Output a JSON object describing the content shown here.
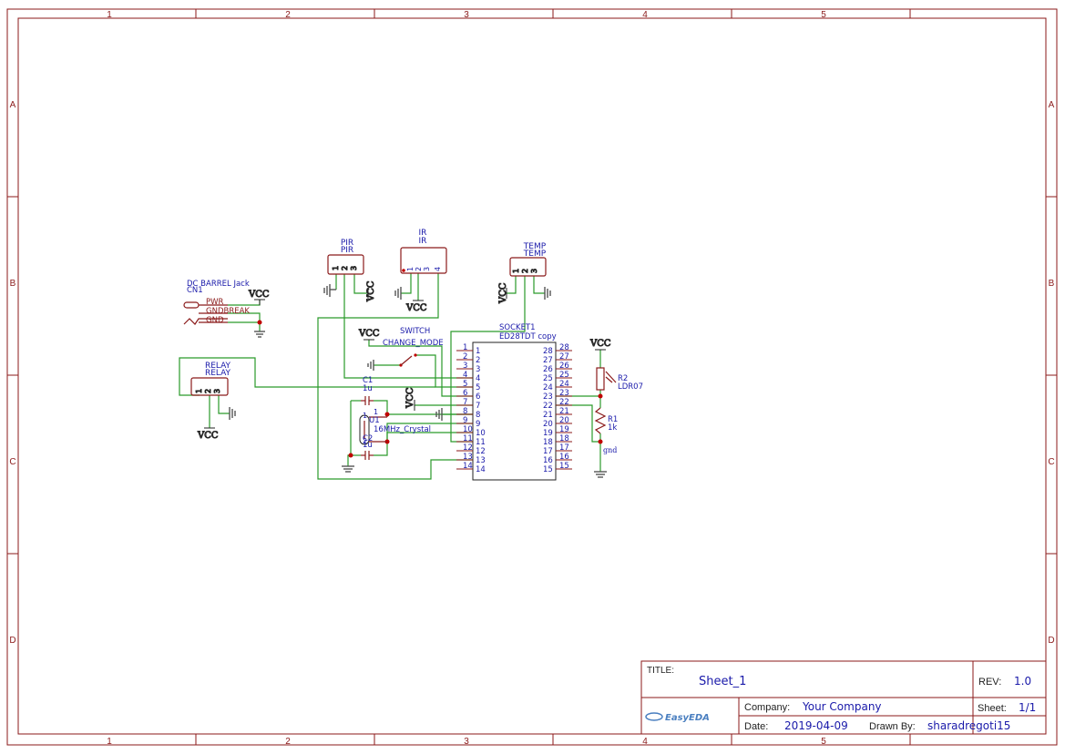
{
  "zones": {
    "columns": [
      "1",
      "2",
      "3",
      "4",
      "5"
    ],
    "rows": [
      "A",
      "B",
      "C",
      "D"
    ]
  },
  "components": {
    "pir": {
      "name": "PIR",
      "value": "PIR",
      "pins": [
        "1",
        "2",
        "3"
      ]
    },
    "ir": {
      "name": "IR",
      "value": "IR",
      "pins": [
        "1",
        "2",
        "3",
        "4"
      ]
    },
    "temp": {
      "name": "TEMP",
      "value": "TEMP",
      "pins": [
        "1",
        "2",
        "3"
      ]
    },
    "jack": {
      "name": "DC BARREL Jack",
      "ref": "CN1",
      "pins": [
        "PWR",
        "GNDBREAK",
        "GND"
      ]
    },
    "relay": {
      "name": "RELAY",
      "value": "RELAY",
      "pins": [
        "1",
        "2",
        "3"
      ]
    },
    "switch": {
      "name": "SWITCH",
      "value": "CHANGE_MODE"
    },
    "socket": {
      "ref": "SOCKET1",
      "value": "ED28TDT copy",
      "left_pins": [
        "1",
        "2",
        "3",
        "4",
        "5",
        "6",
        "7",
        "8",
        "9",
        "10",
        "11",
        "12",
        "13",
        "14"
      ],
      "right_pins": [
        "28",
        "27",
        "26",
        "25",
        "24",
        "23",
        "22",
        "21",
        "20",
        "19",
        "18",
        "17",
        "16",
        "15"
      ]
    },
    "c1": {
      "ref": "C1",
      "value": "1u"
    },
    "c2": {
      "ref": "C2",
      "value": "1u"
    },
    "u1": {
      "ref": "U1",
      "value": "16MHz_Crystal",
      "pin1": "1",
      "pin2": "2"
    },
    "r2": {
      "ref": "R2",
      "value": "LDR07"
    },
    "r1": {
      "ref": "R1",
      "value": "1k"
    }
  },
  "nets": {
    "vcc": "VCC",
    "gnd": "gnd"
  },
  "title_block": {
    "title_label": "TITLE:",
    "title": "Sheet_1",
    "rev_label": "REV:",
    "rev": "1.0",
    "company_label": "Company:",
    "company": "Your Company",
    "sheet_label": "Sheet:",
    "sheet": "1/1",
    "date_label": "Date:",
    "date": "2019-04-09",
    "drawn_label": "Drawn By:",
    "drawn": "sharadregoti15",
    "logo": "EasyEDA"
  },
  "colors": {
    "frame": "#8b1a1a",
    "wire": "#2a9a2a",
    "label": "#1a1aaa",
    "junction": "#c00000"
  }
}
